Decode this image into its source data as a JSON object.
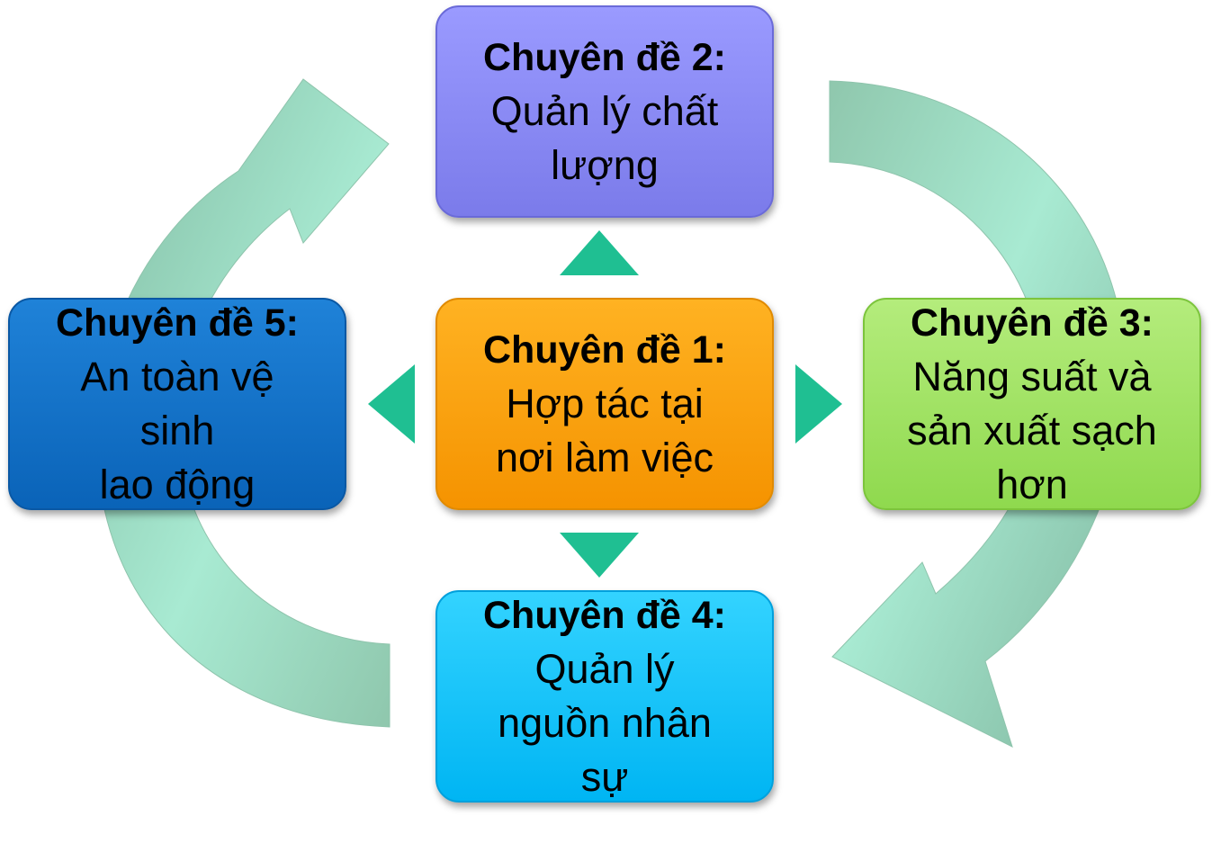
{
  "colors": {
    "center": "#f59300",
    "top": "#7b7bea",
    "right": "#8fd94e",
    "bottom": "#00b5f3",
    "left": "#0a63b8",
    "pointer": "#1fbf92",
    "cycle_arrow": "#9fdcc4"
  },
  "nodes": {
    "center": {
      "title": "Chuyên đề 1:",
      "lines": [
        "Hợp tác tại",
        "nơi làm việc"
      ]
    },
    "top": {
      "title": "Chuyên đề 2:",
      "lines": [
        "Quản lý chất",
        "lượng"
      ]
    },
    "right": {
      "title": "Chuyên đề 3:",
      "lines": [
        "Năng suất và",
        "sản xuất sạch",
        "hơn"
      ]
    },
    "bottom": {
      "title": "Chuyên đề 4:",
      "lines": [
        "Quản lý",
        "nguồn nhân",
        "sự"
      ]
    },
    "left": {
      "title": "Chuyên đề 5:",
      "lines": [
        "An toàn vệ",
        "sinh",
        "lao động"
      ]
    }
  },
  "icons": {
    "pointers": [
      "triangle-up-icon",
      "triangle-right-icon",
      "triangle-down-icon",
      "triangle-left-icon"
    ],
    "cycle": [
      "curved-arrow-right-icon",
      "curved-arrow-left-icon"
    ]
  }
}
